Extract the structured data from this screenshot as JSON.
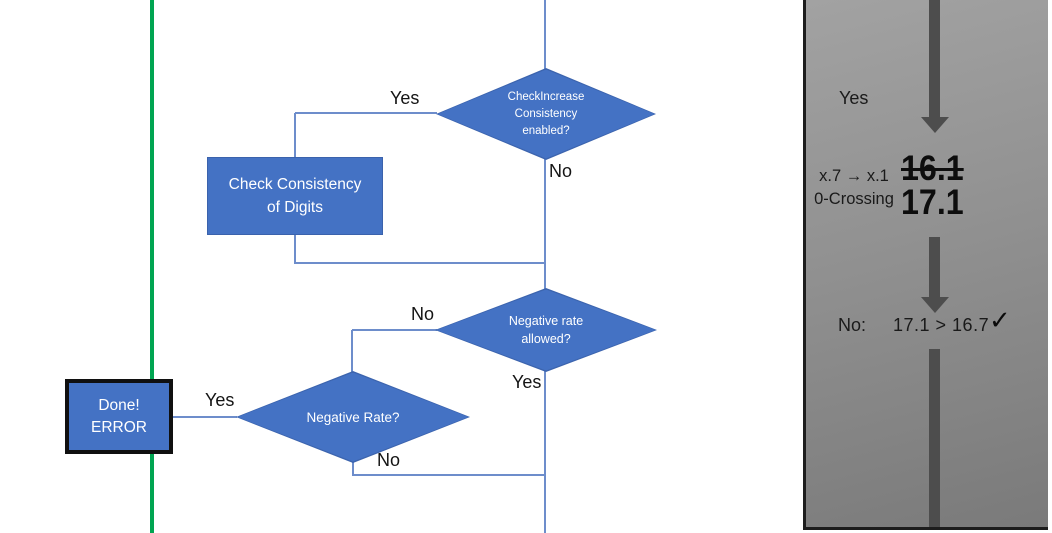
{
  "flowchart": {
    "decision_check_increase": {
      "lines": [
        "CheckIncrease",
        "Consistency",
        "enabled?"
      ]
    },
    "process_check_consistency": {
      "lines": [
        "Check Consistency",
        "of Digits"
      ]
    },
    "decision_negative_allowed": {
      "lines": [
        "Negative rate",
        "allowed?"
      ]
    },
    "decision_negative_rate": {
      "lines": [
        "Negative Rate?"
      ]
    },
    "terminal_done_error": {
      "lines": [
        "Done!",
        "ERROR"
      ]
    },
    "labels": {
      "yes_top": "Yes",
      "no_top": "No",
      "no_mid": "No",
      "yes_mid": "Yes",
      "yes_bottom": "Yes",
      "no_bottom": "No"
    }
  },
  "panel": {
    "yes_label": "Yes",
    "rule_line1": "x.7 → x.1",
    "rule_line2": "0-Crossing",
    "value_old": "16.1",
    "value_new": "17.1",
    "result_label": "No:",
    "result_comparison": "17.1 > 16.7",
    "check_icon": "✓"
  },
  "colors": {
    "shape_fill": "#4472C4",
    "connector_blue": "#6D8DCB",
    "timeline_green": "#00A551",
    "panel_arrow_gray": "#4D4D4D"
  }
}
